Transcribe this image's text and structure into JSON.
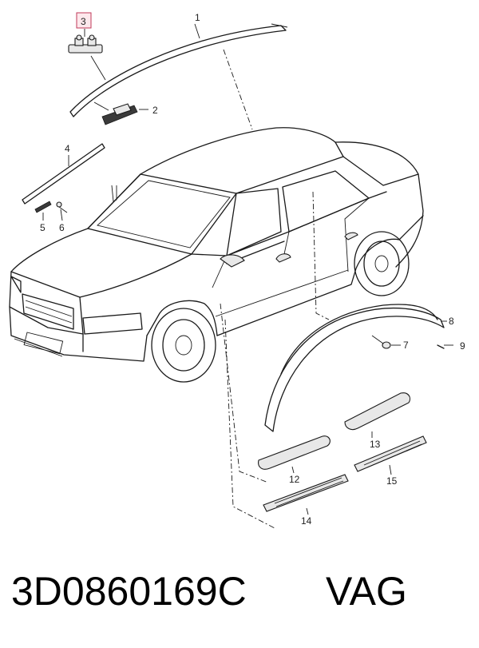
{
  "callouts": {
    "c1": "1",
    "c2": "2",
    "c3": "3",
    "c4": "4",
    "c5": "5",
    "c6": "6",
    "c7": "7",
    "c8": "8",
    "c9": "9",
    "c12": "12",
    "c13": "13",
    "c14": "14",
    "c15": "15"
  },
  "highlight_color": "#c0395a",
  "footer": {
    "part_number": "3D0860169C",
    "brand": "VAG"
  }
}
